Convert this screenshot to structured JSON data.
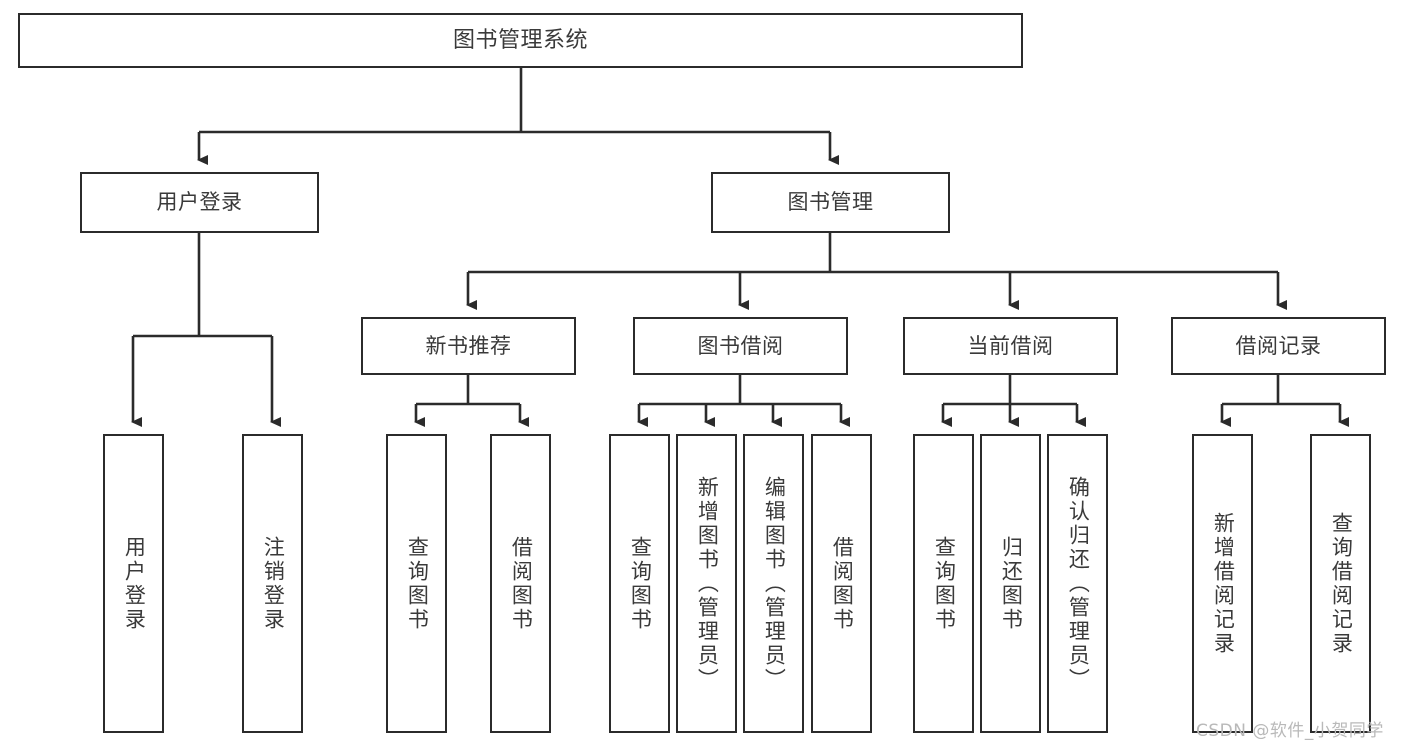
{
  "diagram": {
    "title": "图书管理系统",
    "type": "function-structure-tree",
    "stroke_color": "#2b2b2b",
    "text_color": "#3a3a3a",
    "background": "#ffffff"
  },
  "nodes": {
    "root": {
      "label": "图书管理系统"
    },
    "level1": [
      {
        "id": "user-login",
        "label": "用户登录"
      },
      {
        "id": "book-manage",
        "label": "图书管理"
      }
    ],
    "level2": [
      {
        "id": "new-book-recommend",
        "label": "新书推荐"
      },
      {
        "id": "book-borrow",
        "label": "图书借阅"
      },
      {
        "id": "current-borrow",
        "label": "当前借阅"
      },
      {
        "id": "borrow-record",
        "label": "借阅记录"
      }
    ],
    "leaves": {
      "user_login": [
        {
          "id": "leaf-user-login",
          "label": "用户登录"
        },
        {
          "id": "leaf-logout-login",
          "label": "注销登录"
        }
      ],
      "new_book_recommend": [
        {
          "id": "leaf-query-book-1",
          "label": "查询图书"
        },
        {
          "id": "leaf-borrow-book-1",
          "label": "借阅图书"
        }
      ],
      "book_borrow": [
        {
          "id": "leaf-query-book-2",
          "label": "查询图书"
        },
        {
          "id": "leaf-add-book",
          "label": "新增图书（管理员）"
        },
        {
          "id": "leaf-edit-book",
          "label": "编辑图书（管理员）"
        },
        {
          "id": "leaf-borrow-book-2",
          "label": "借阅图书"
        }
      ],
      "current_borrow": [
        {
          "id": "leaf-query-book-3",
          "label": "查询图书"
        },
        {
          "id": "leaf-return-book",
          "label": "归还图书"
        },
        {
          "id": "leaf-confirm-return",
          "label": "确认归还（管理员）"
        }
      ],
      "borrow_record": [
        {
          "id": "leaf-add-record",
          "label": "新增借阅记录"
        },
        {
          "id": "leaf-query-record",
          "label": "查询借阅记录"
        }
      ]
    }
  },
  "watermark": {
    "text": "CSDN @软件_小贺同学"
  }
}
